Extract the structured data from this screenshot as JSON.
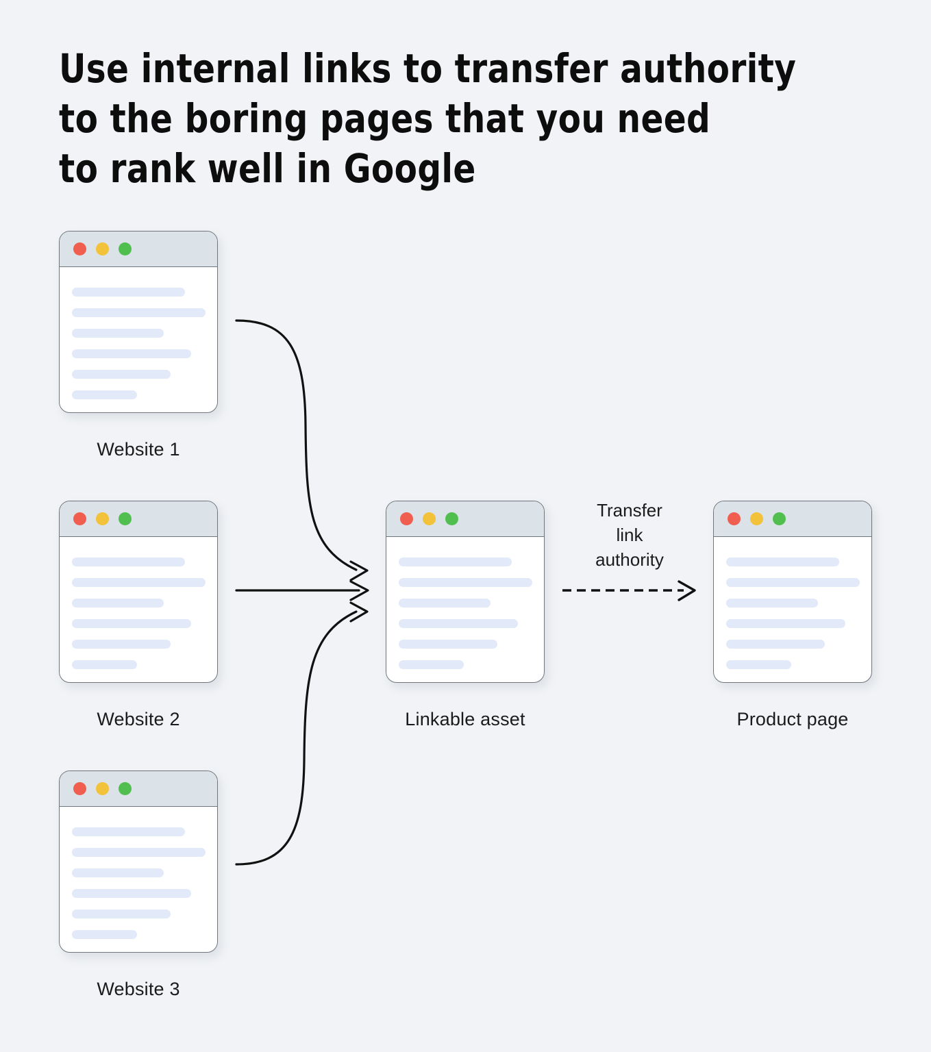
{
  "page": {
    "background_color": "#f1f3f6",
    "heading": "Use internal links to transfer authority\nto the boring pages that you need\nto rank well in Google"
  },
  "colors": {
    "dot_red": "#ef5e4e",
    "dot_yellow": "#f3c23b",
    "dot_green": "#51bf4f",
    "titlebar": "#dbe2e8",
    "card_border": "#6e757c",
    "content_line": "#e2e9f8",
    "arrow": "#111111",
    "text": "#1b1b1b"
  },
  "cards": [
    {
      "id": "website-1",
      "caption": "Website 1",
      "dots": [
        "red",
        "yellow",
        "green"
      ],
      "line_widths": [
        "78%",
        "92%",
        "63%",
        "82%",
        "68%",
        "45%"
      ]
    },
    {
      "id": "website-2",
      "caption": "Website 2",
      "dots": [
        "red",
        "yellow",
        "green"
      ],
      "line_widths": [
        "78%",
        "92%",
        "63%",
        "82%",
        "68%",
        "45%"
      ]
    },
    {
      "id": "website-3",
      "caption": "Website 3",
      "dots": [
        "red",
        "yellow",
        "green"
      ],
      "line_widths": [
        "78%",
        "92%",
        "63%",
        "82%",
        "68%",
        "45%"
      ]
    },
    {
      "id": "linkable-asset",
      "caption": "Linkable asset",
      "dots": [
        "red",
        "yellow",
        "green"
      ],
      "line_widths": [
        "78%",
        "92%",
        "63%",
        "82%",
        "68%",
        "45%"
      ]
    },
    {
      "id": "product-page",
      "caption": "Product page",
      "dots": [
        "red",
        "yellow",
        "green"
      ],
      "line_widths": [
        "78%",
        "92%",
        "63%",
        "82%",
        "68%",
        "45%"
      ]
    }
  ],
  "connectors": {
    "transfer_label": "Transfer\nlink\nauthority",
    "solid_arrows": 3,
    "dashed_arrows": 1
  }
}
